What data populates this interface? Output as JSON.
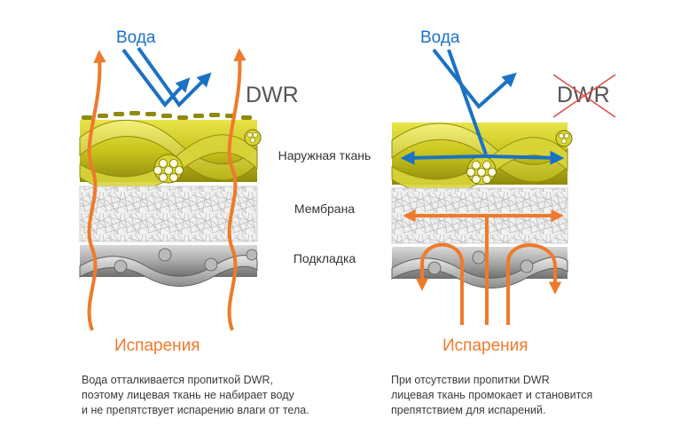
{
  "left_panel": {
    "water_label": "Вода",
    "evaporation_label": "Испарения",
    "dwr_label": "DWR",
    "caption": [
      "Вода отталкивается пропиткой DWR,",
      "поэтому лицевая ткань не набирает воду",
      "и не препятствует испарению влаги от тела."
    ]
  },
  "right_panel": {
    "water_label": "Вода",
    "evaporation_label": "Испарения",
    "dwr_label": "DWR",
    "dwr_crossed_out": true,
    "caption": [
      "При отсутствии пропитки DWR",
      "лицевая ткань промокает и становится",
      "препятствием для испарений."
    ]
  },
  "layers": {
    "outer": "Наружная ткань",
    "membrane": "Мембрана",
    "lining": "Подкладка"
  },
  "colors": {
    "water": "#1a72c4",
    "evaporation": "#ef7a2c",
    "outer_fabric": "#c8c418",
    "membrane": "#d6d6d6",
    "lining": "#9a9a9a",
    "cross": "#e05050"
  }
}
